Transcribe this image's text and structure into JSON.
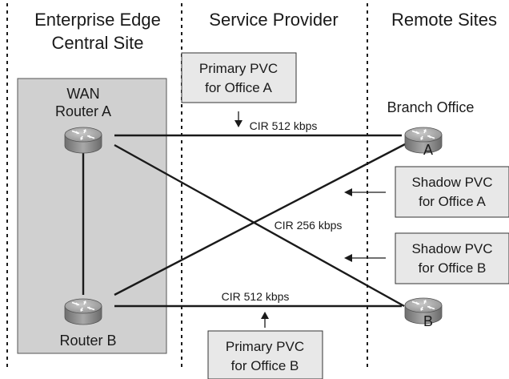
{
  "zones": {
    "enterprise_title_1": "Enterprise Edge",
    "enterprise_title_2": "Central Site",
    "provider_title": "Service Provider",
    "remote_title": "Remote Sites"
  },
  "routers": {
    "router_a_line1": "WAN",
    "router_a_line2": "Router A",
    "router_b_label": "Router B",
    "branch_a_caption": "Branch Office",
    "branch_a_letter": "A",
    "branch_b_letter": "B"
  },
  "links": {
    "cir_top": "CIR 512 kbps",
    "cir_cross": "CIR 256 kbps",
    "cir_bottom": "CIR 512 kbps"
  },
  "callouts": {
    "primary_a_line1": "Primary PVC",
    "primary_a_line2": "for Office A",
    "shadow_a_line1": "Shadow PVC",
    "shadow_a_line2": "for Office A",
    "shadow_b_line1": "Shadow PVC",
    "shadow_b_line2": "for Office B",
    "primary_b_line1": "Primary PVC",
    "primary_b_line2": "for Office B"
  },
  "colors": {
    "site_panel": "#d0d0d0",
    "callout_fill": "#e8e8e8",
    "router_body": "#8f8f8f"
  }
}
